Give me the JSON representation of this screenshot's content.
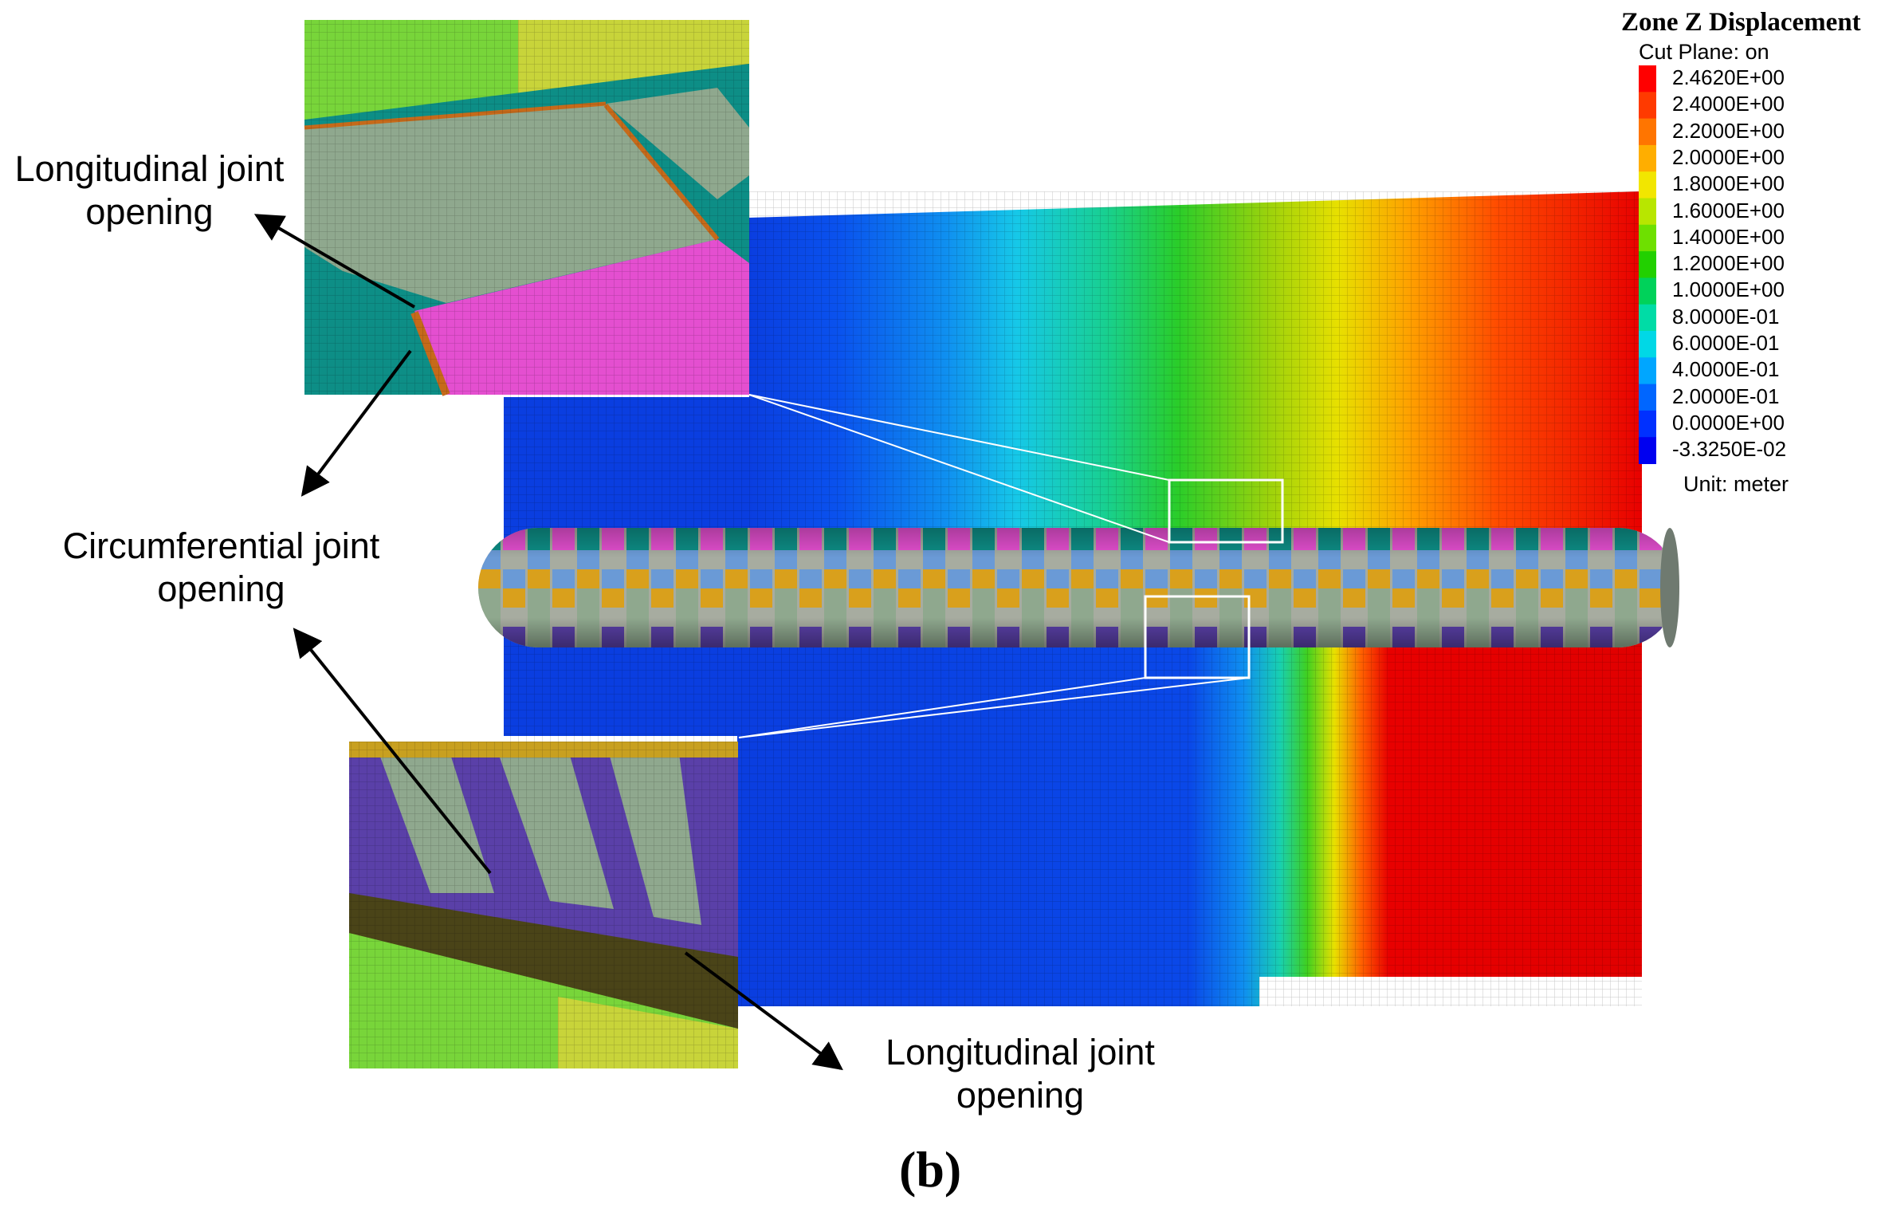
{
  "legend": {
    "title": "Zone Z Displacement",
    "cut_plane": "Cut Plane: on",
    "unit": "Unit: meter",
    "levels": [
      {
        "label": "2.4620E+00",
        "color": "#ff0000"
      },
      {
        "label": "2.4000E+00",
        "color": "#ff3a00"
      },
      {
        "label": "2.2000E+00",
        "color": "#ff7500"
      },
      {
        "label": "2.0000E+00",
        "color": "#ffae00"
      },
      {
        "label": "1.8000E+00",
        "color": "#f2e600"
      },
      {
        "label": "1.6000E+00",
        "color": "#b8e600"
      },
      {
        "label": "1.4000E+00",
        "color": "#6ee000"
      },
      {
        "label": "1.2000E+00",
        "color": "#22d000"
      },
      {
        "label": "1.0000E+00",
        "color": "#00d25a"
      },
      {
        "label": "8.0000E-01",
        "color": "#00dca6"
      },
      {
        "label": "6.0000E-01",
        "color": "#00d8e6"
      },
      {
        "label": "4.0000E-01",
        "color": "#00a6ff"
      },
      {
        "label": "2.0000E-01",
        "color": "#0066ff"
      },
      {
        "label": "0.0000E+00",
        "color": "#0030ff"
      },
      {
        "label": "-3.3250E-02",
        "color": "#0000f0"
      }
    ]
  },
  "annotations": {
    "top_left": [
      "Longitudinal joint",
      "opening"
    ],
    "middle_left": [
      "Circumferential joint",
      "opening"
    ],
    "bottom": [
      "Longitudinal joint",
      "opening"
    ]
  },
  "caption": "(b)",
  "colors": {
    "segment_teal": "#0d8e86",
    "segment_magenta": "#e44fd0",
    "segment_sage": "#8fa88e",
    "segment_blue": "#6a9ad6",
    "segment_gold": "#d9a01c",
    "segment_purple": "#5a40a8",
    "segment_grey": "#a7aca0",
    "arrow": "#000000",
    "zoom_frame": "#ffffff"
  }
}
